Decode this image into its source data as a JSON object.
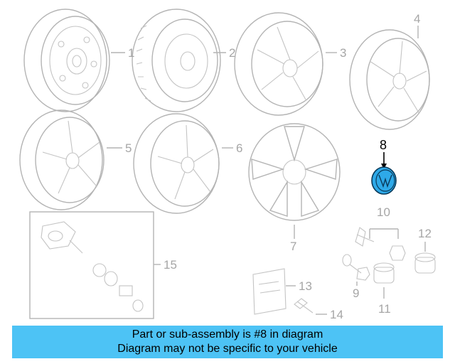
{
  "diagram": {
    "callouts": [
      "1",
      "2",
      "3",
      "4",
      "5",
      "6",
      "7",
      "8",
      "9",
      "10",
      "11",
      "12",
      "13",
      "14",
      "15"
    ],
    "highlighted_part": "8",
    "highlight_color": "#2ea9e8"
  },
  "banner": {
    "line1": "Part or sub-assembly is #8 in diagram",
    "line2": "Diagram may not be specific to your vehicle",
    "background": "#4dc3f5"
  }
}
